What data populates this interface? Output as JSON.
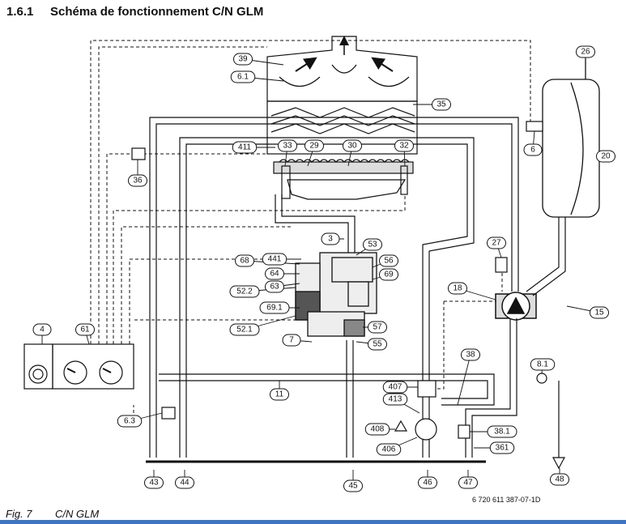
{
  "header": {
    "section_number": "1.6.1",
    "title": "Schéma de fonctionnement C/N GLM"
  },
  "figure": {
    "reference": "6 720 611 387-07-1D",
    "caption_prefix": "Fig. 7",
    "caption_title": "C/N GLM"
  },
  "callouts": [
    "3",
    "4",
    "6",
    "6.1",
    "6.3",
    "7",
    "8.1",
    "11",
    "15",
    "18",
    "20",
    "26",
    "27",
    "29",
    "30",
    "32",
    "33",
    "35",
    "36",
    "38",
    "38.1",
    "39",
    "43",
    "44",
    "45",
    "46",
    "47",
    "48",
    "52.1",
    "52.2",
    "53",
    "55",
    "56",
    "57",
    "61",
    "63",
    "64",
    "68",
    "69",
    "69.1",
    "361",
    "406",
    "407",
    "408",
    "411",
    "413",
    "441"
  ],
  "colors": {
    "accent_bar": "#3d74c6",
    "line": "#111111"
  }
}
